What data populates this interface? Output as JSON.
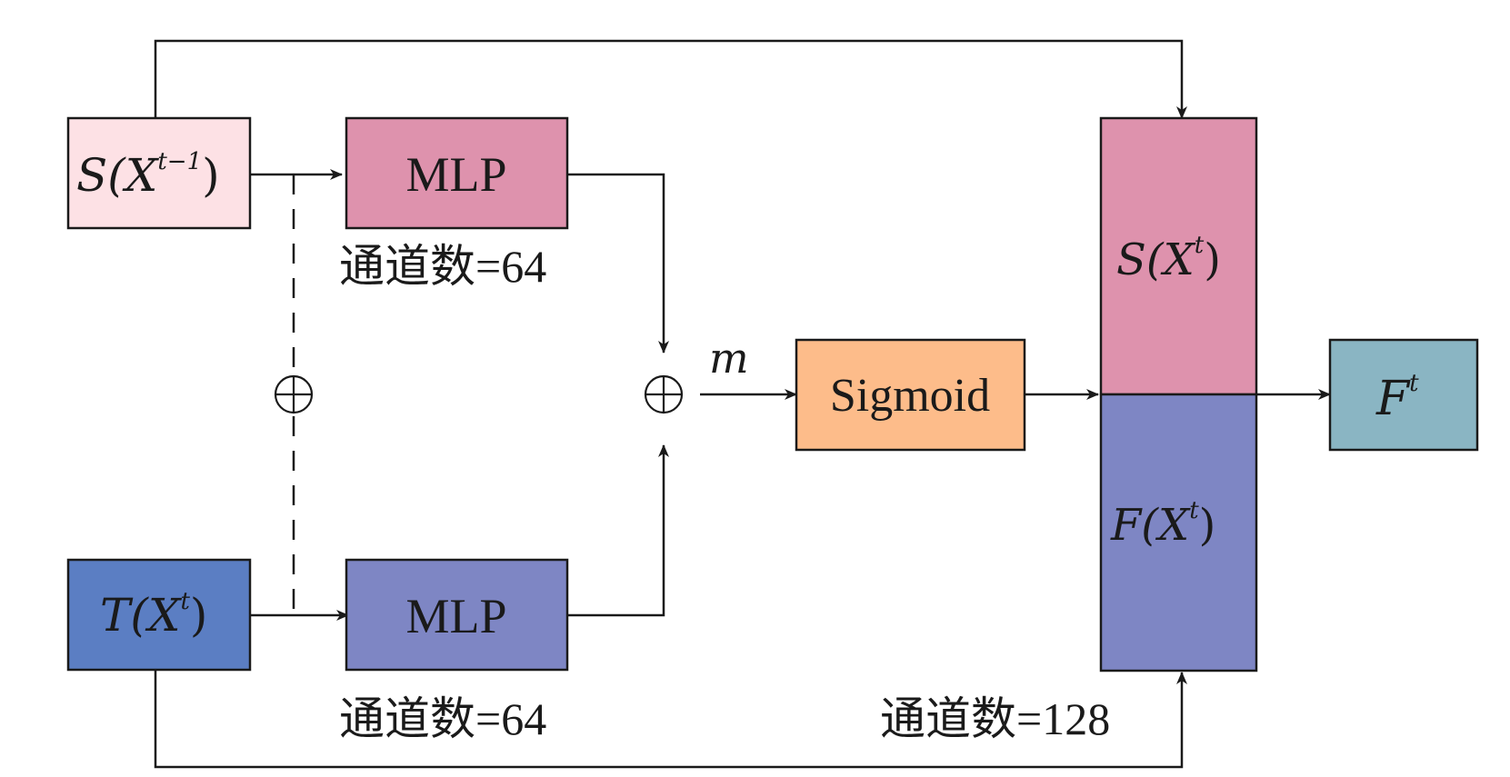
{
  "diagram": {
    "colors": {
      "s_prev_fill": "#fde1e5",
      "mlp_top_fill": "#de92ad",
      "t_fill": "#5b7ec3",
      "mlp_bottom_fill": "#7e86c4",
      "sigmoid_fill": "#fdbc8a",
      "concat_top_fill": "#de92ad",
      "concat_bottom_fill": "#7e86c4",
      "output_fill": "#8ab5c3",
      "line": "#1a1a1a"
    },
    "nodes": {
      "s_prev": {
        "base": "S(X",
        "sup": "t−1",
        "close": ")"
      },
      "t_curr": {
        "base": "T(X",
        "sup": "t",
        "close": ")"
      },
      "mlp_top": {
        "label": "MLP",
        "caption": "通道数=64"
      },
      "mlp_bottom": {
        "label": "MLP",
        "caption": "通道数=64"
      },
      "add_left": {
        "symbol": "⊕"
      },
      "add_center": {
        "symbol": "⊕"
      },
      "m_label": "m",
      "sigmoid": {
        "label": "Sigmoid"
      },
      "concat_top": {
        "base": "S(X",
        "sup": "t",
        "close": ")"
      },
      "concat_bottom": {
        "base": "F(X",
        "sup": "t",
        "close": ")"
      },
      "concat_caption": "通道数=128",
      "output": {
        "base": "F",
        "sup": "t"
      }
    }
  }
}
